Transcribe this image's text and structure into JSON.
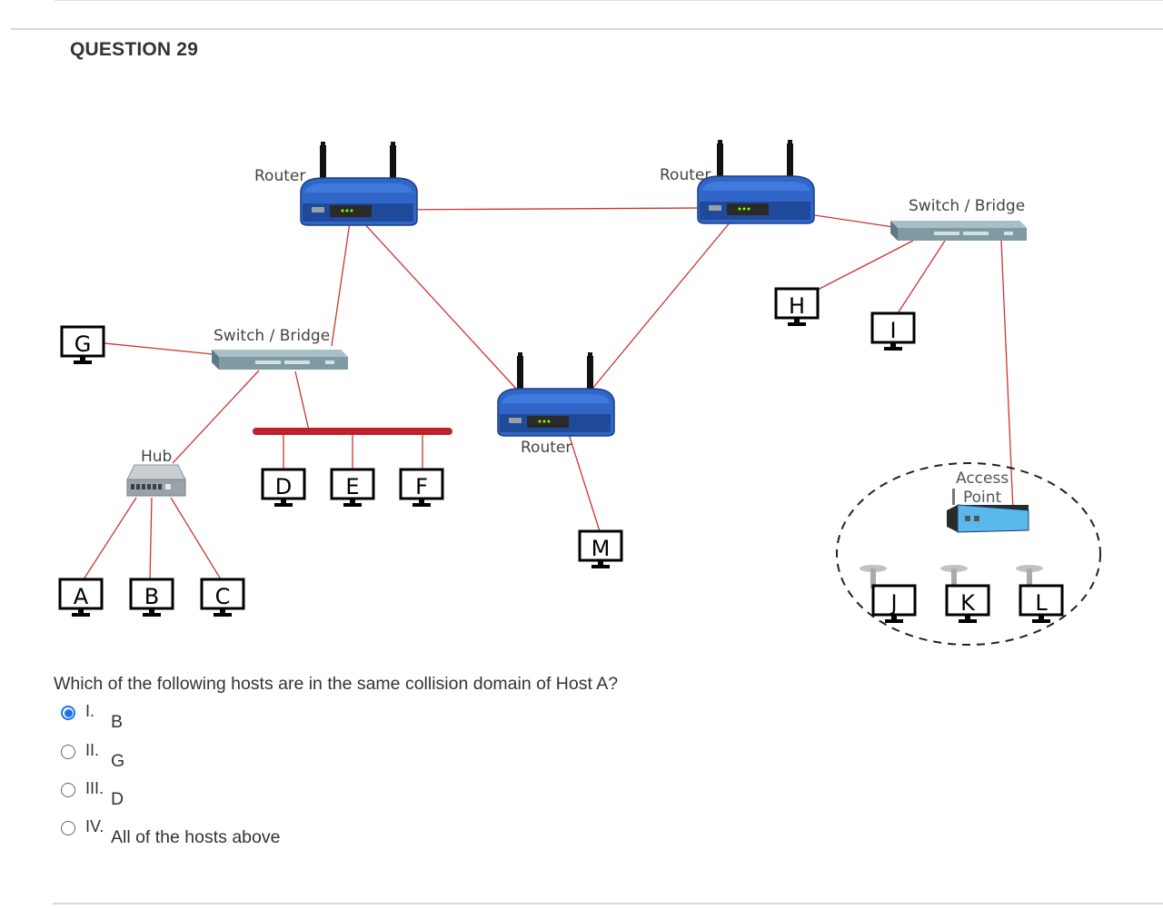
{
  "question": {
    "title": "QUESTION 29",
    "text": "Which of the following hosts are in the same collision domain of Host A?"
  },
  "options": [
    {
      "number": "I.",
      "text": "B",
      "selected": true
    },
    {
      "number": "II.",
      "text": "G",
      "selected": false
    },
    {
      "number": "III.",
      "text": "D",
      "selected": false
    },
    {
      "number": "IV.",
      "text": "All of the hosts above",
      "selected": false
    }
  ],
  "diagram": {
    "labels": {
      "router_left": "Router",
      "router_right": "Router",
      "router_center": "Router",
      "switch_left": "Switch / Bridge",
      "switch_right": "Switch / Bridge",
      "hub": "Hub",
      "access_point_line1": "Access",
      "access_point_line2": "Point"
    },
    "hosts": {
      "a": "A",
      "b": "B",
      "c": "C",
      "d": "D",
      "e": "E",
      "f": "F",
      "g": "G",
      "h": "H",
      "i": "I",
      "j": "J",
      "k": "K",
      "l": "L",
      "m": "M"
    },
    "colors": {
      "link": "#cc3333",
      "bus": "#c0222a",
      "router": "#2f66c8",
      "selected_radio": "#1a73e8"
    }
  }
}
